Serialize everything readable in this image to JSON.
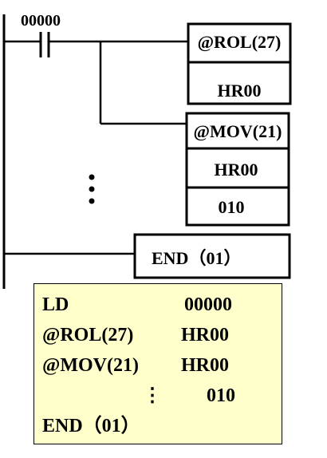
{
  "ladder": {
    "contact_address": "00000",
    "rol_box": {
      "instruction": "@ROL(27)",
      "operand": "HR00"
    },
    "mov_box": {
      "instruction": "@MOV(21)",
      "source": "HR00",
      "destination": "010"
    },
    "end_box": {
      "instruction": "END（01）"
    }
  },
  "mnemonic": {
    "rows": [
      {
        "op": "LD",
        "arg": "00000"
      },
      {
        "op": "@ROL(27)",
        "arg": "HR00"
      },
      {
        "op": "@MOV(21)",
        "arg": "HR00"
      },
      {
        "op": "",
        "arg": "010"
      },
      {
        "op": "END（01）",
        "arg": ""
      }
    ]
  }
}
